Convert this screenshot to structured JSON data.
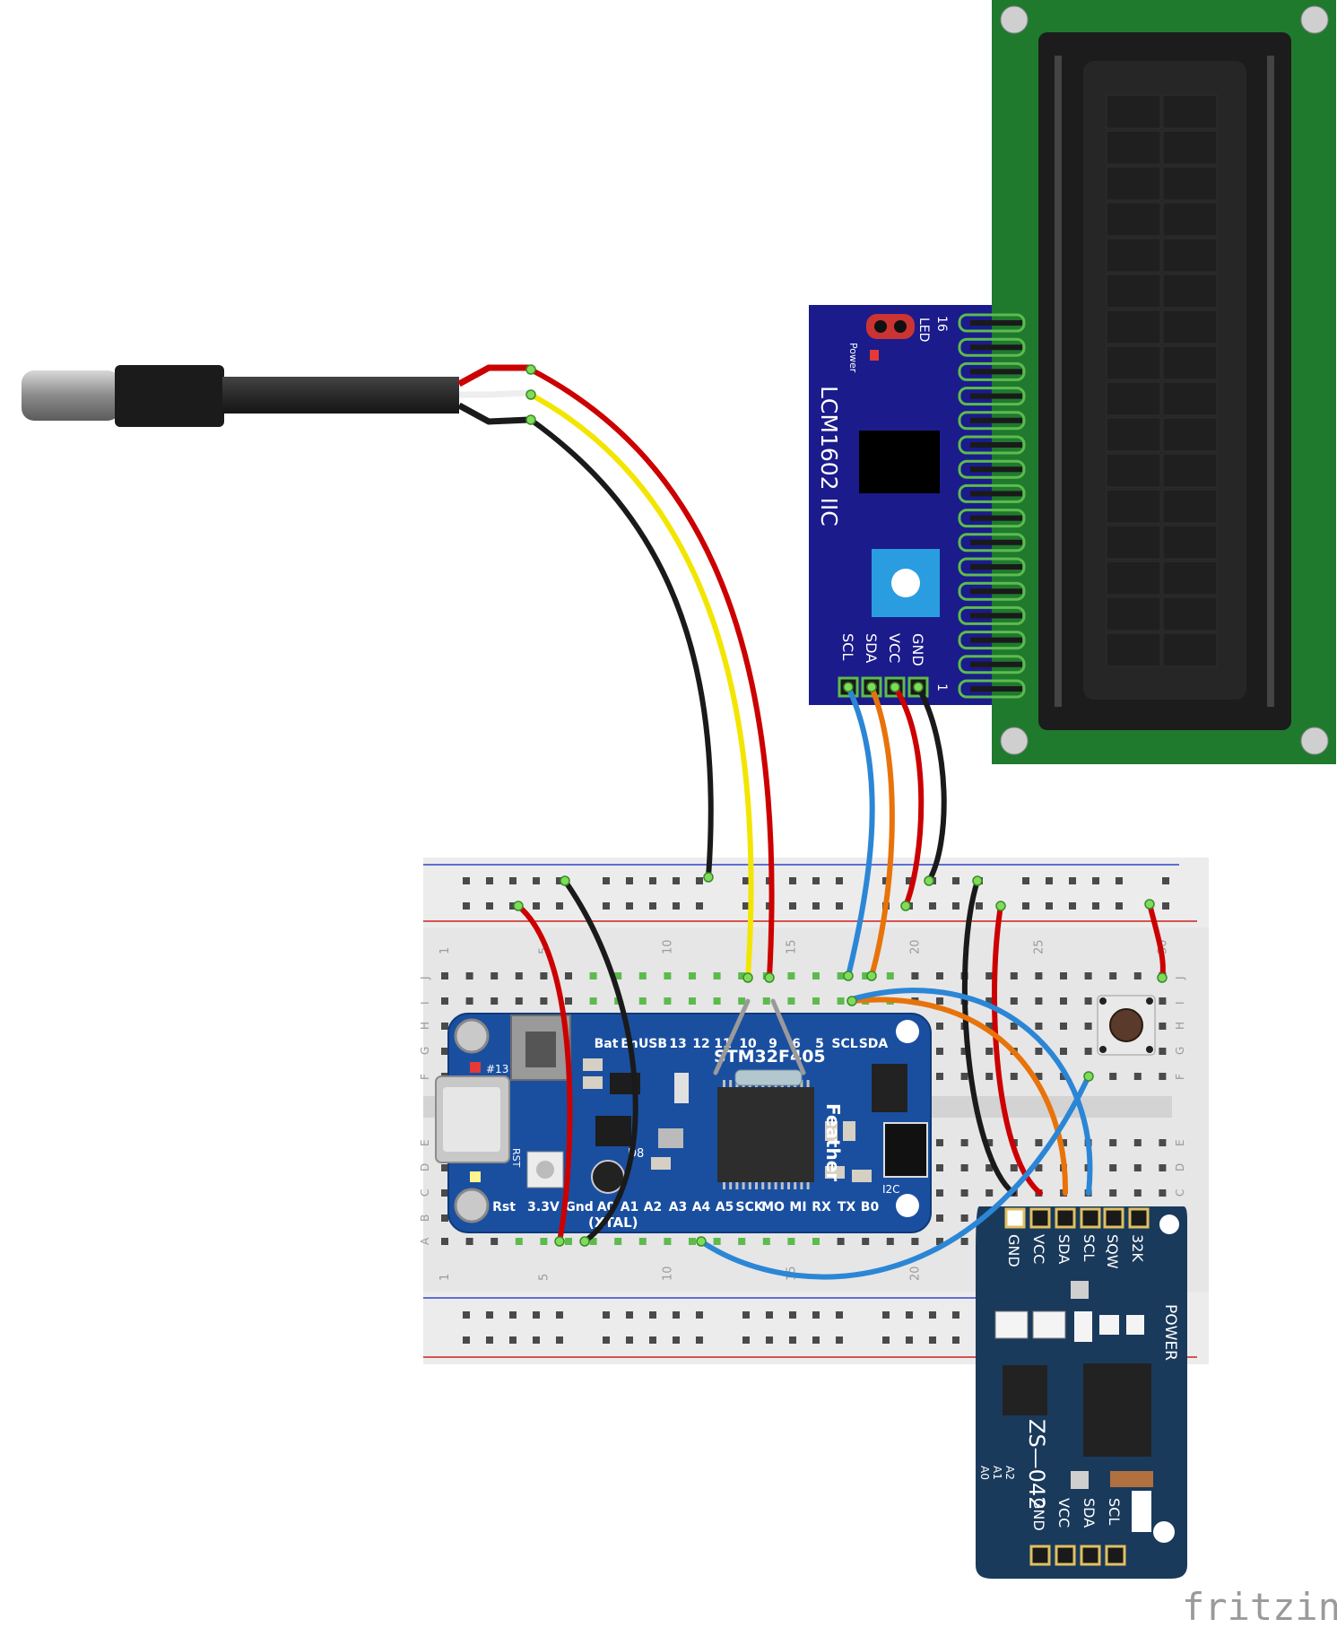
{
  "footer": {
    "brand": "fritzing"
  },
  "lcd": {
    "module_label": "LCM1602 IIC",
    "power_label": "Power",
    "led_label": "LED",
    "pin_first": "1",
    "pin_last": "16",
    "pins": [
      "SCL",
      "SDA",
      "VCC",
      "GND"
    ]
  },
  "mcu": {
    "name": "STM32F405",
    "subtitle": "Feather",
    "top_pins": [
      "Bat",
      "En",
      "USB",
      "13",
      "12",
      "11",
      "10",
      "9",
      "6",
      "5",
      "SCL",
      "SDA"
    ],
    "bottom_pins": [
      "Rst",
      "3.3V",
      "Gnd",
      "A0",
      "A1",
      "A2",
      "A3",
      "A4",
      "A5",
      "SCK",
      "MO",
      "MI",
      "RX",
      "TX",
      "B0"
    ],
    "led_label": "#13",
    "rst_label": "RST",
    "d8_label": "D8",
    "i2c_label": "I2C",
    "xtal_label": "(XTAL)"
  },
  "rtc": {
    "model": "ZS—042",
    "power_label": "POWER",
    "top_pins": [
      "GND",
      "VCC",
      "SDA",
      "SCL",
      "SQW",
      "32K"
    ],
    "bottom_pins": [
      "GND",
      "VCC",
      "SDA",
      "SCL"
    ],
    "addr_labels": [
      "A0",
      "A1",
      "A2"
    ]
  },
  "breadboard": {
    "rows": [
      "J",
      "I",
      "H",
      "G",
      "F",
      "E",
      "D",
      "C",
      "B",
      "A"
    ],
    "col_numbers": [
      "1",
      "5",
      "10",
      "15",
      "20",
      "25",
      "30"
    ]
  },
  "colors": {
    "wire_red": "#cc0000",
    "wire_black": "#1a1a1a",
    "wire_yellow": "#f2e600",
    "wire_blue": "#2b86d6",
    "wire_orange": "#e8730a",
    "pcb_blue": "#1a4fa0",
    "lcd_green": "#1f7a2e"
  }
}
